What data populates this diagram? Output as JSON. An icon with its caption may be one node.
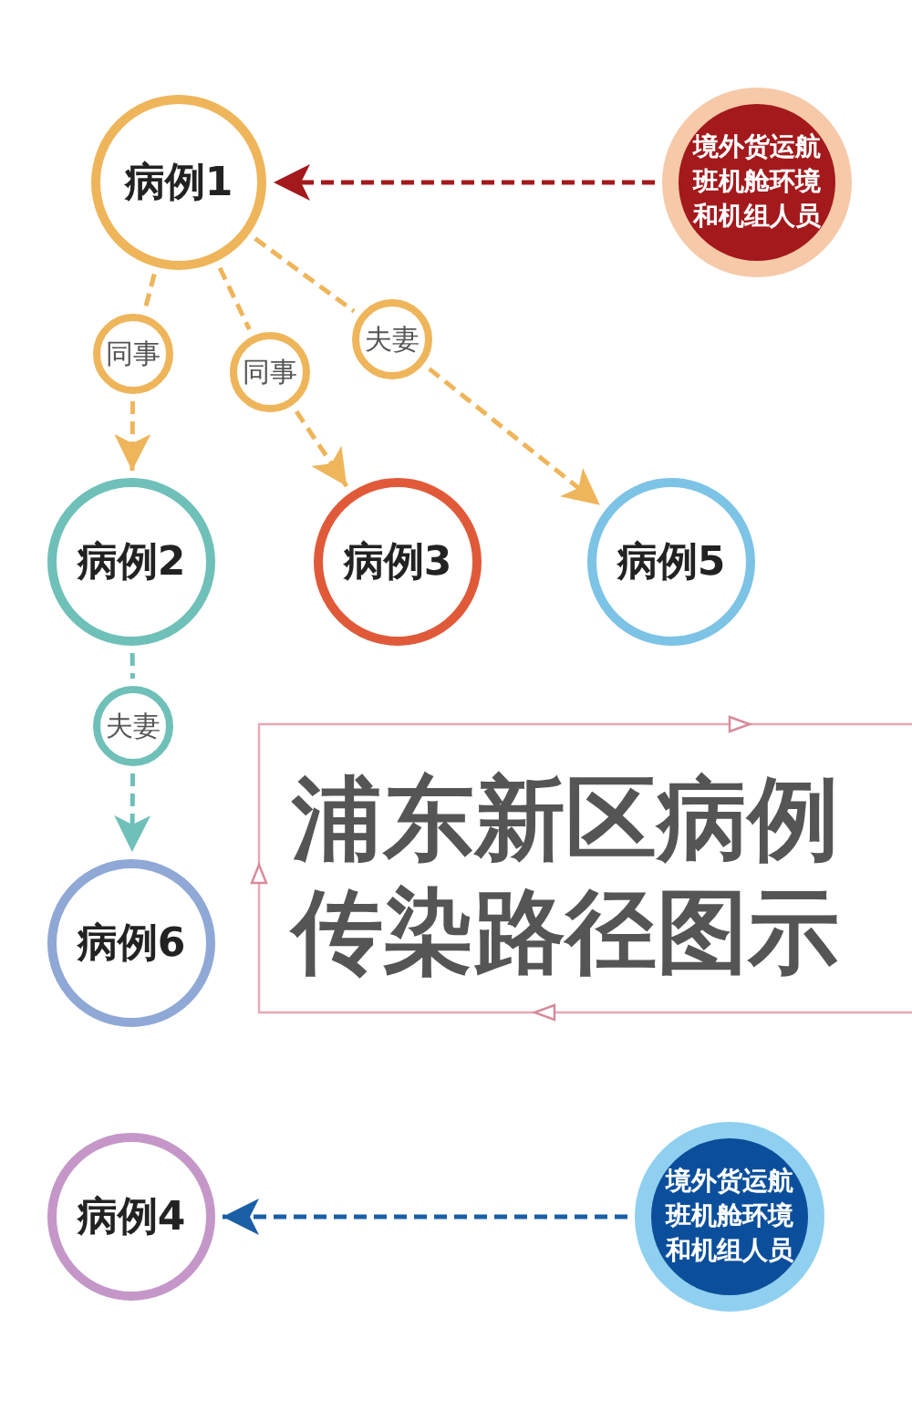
{
  "diagram": {
    "title": "浦东新区病例传染路径图示",
    "nodes": [
      {
        "text": [
          "境外货运航班机舱环境和机组人员"
        ]
      },
      {
        "text": [
          "病例1"
        ]
      },
      {
        "text": [
          "同事"
        ]
      },
      {
        "text": [
          "同事"
        ]
      },
      {
        "text": [
          "夫妻"
        ]
      },
      {
        "text": [
          "病例2"
        ]
      },
      {
        "text": [
          "病例3"
        ]
      },
      {
        "text": [
          "病例5"
        ]
      },
      {
        "text": [
          "夫妻"
        ]
      },
      {
        "text": [
          "病例6"
        ]
      },
      {
        "text": [
          "病例4"
        ]
      },
      {
        "text": [
          "境外货运航班机舱环境和机组人员"
        ]
      }
    ],
    "edges": [
      {
        "from": 0,
        "to": 1,
        "arrow": "to",
        "color": "#a3191c"
      },
      {
        "from": 1,
        "to": 2,
        "arrow": "none"
      },
      {
        "from": 2,
        "to": 5,
        "arrow": "to"
      },
      {
        "from": 1,
        "to": 3,
        "arrow": "none"
      },
      {
        "from": 3,
        "to": 6,
        "arrow": "to"
      },
      {
        "from": 1,
        "to": 4,
        "arrow": "none"
      },
      {
        "from": 4,
        "to": 7,
        "arrow": "to"
      },
      {
        "from": 5,
        "to": 8,
        "arrow": "none",
        "color": "#6fc0b8"
      },
      {
        "from": 8,
        "to": 9,
        "arrow": "to",
        "color": "#6fc0b8"
      },
      {
        "from": 11,
        "to": 10,
        "arrow": "to",
        "color": "#1a5ea6"
      }
    ]
  }
}
